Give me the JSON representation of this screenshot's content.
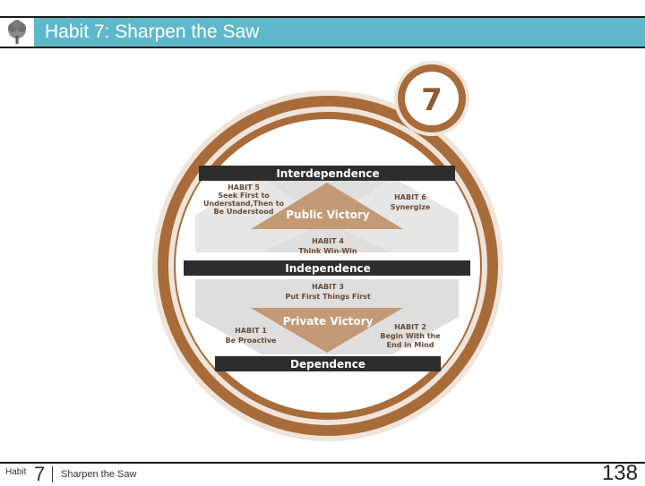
{
  "header": {
    "title": "Habit 7: Sharpen the Saw",
    "logo_icon": "tree-icon"
  },
  "diagram": {
    "badge": "7",
    "bars": {
      "interdependence": "Interdependence",
      "independence": "Independence",
      "dependence": "Dependence"
    },
    "public_victory": "Public Victory",
    "private_victory": "Private Victory",
    "habit5": [
      "HABIT 5",
      "Seek First to",
      "Understand,Then to",
      "Be Understood"
    ],
    "habit6": [
      "HABIT 6",
      "Synergize"
    ],
    "habit4": [
      "HABIT 4",
      "Think Win-Win"
    ],
    "habit3": [
      "HABIT 3",
      "Put First Things First"
    ],
    "habit1": [
      "HABIT 1",
      "Be Proactive"
    ],
    "habit2": [
      "HABIT 2",
      "Begin With the",
      "End in Mind"
    ],
    "colors": {
      "ring": "#a86b3a",
      "ring_light": "#e9dcd0",
      "bar": "#2d2d2d",
      "triangle": "#c29a76",
      "panel": "#dcdcdc",
      "header": "#5fb8c9"
    }
  },
  "footer": {
    "habit_label": "Habit",
    "habit_number": "7",
    "subtitle": "Sharpen the Saw",
    "page_number": "138"
  }
}
